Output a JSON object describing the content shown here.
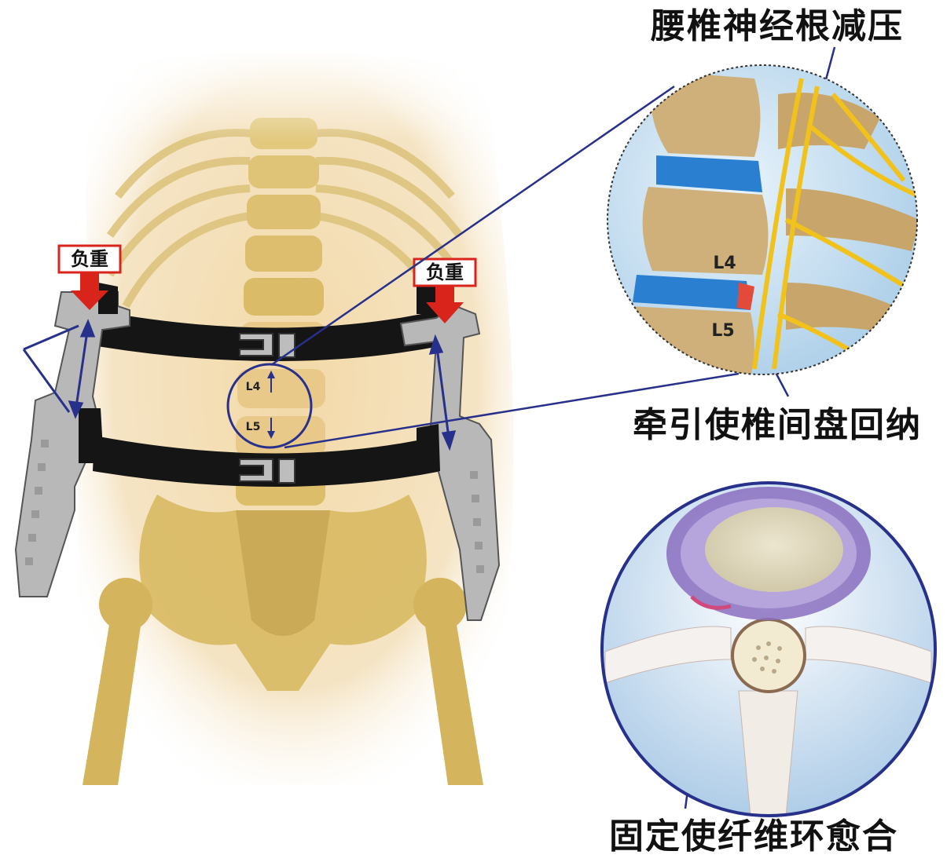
{
  "labels": {
    "top_caption": "腰椎神经根减压",
    "middle_caption": "牵引使椎间盘回纳",
    "bottom_caption": "固定使纤维环愈合",
    "load_left": "负重",
    "load_right": "负重",
    "torso_l4": "L4",
    "torso_l5": "L5",
    "inset_l4": "L4",
    "inset_l5": "L5"
  },
  "colors": {
    "bone": "#d9bf6a",
    "skin": "#f3dcb0",
    "belt": "#151515",
    "brace": "#b4b4b4",
    "arrow_red": "#d9241c",
    "callout_line": "#27308a",
    "disc_blue": "#2b7fd0",
    "nerve_yellow": "#f2c21c",
    "annulus_purple": "#8a6fc0"
  },
  "icons": {
    "load_arrow": "down-arrow-icon",
    "traction_arrow": "double-arrow-icon",
    "belt_buckle": "buckle-icon"
  }
}
